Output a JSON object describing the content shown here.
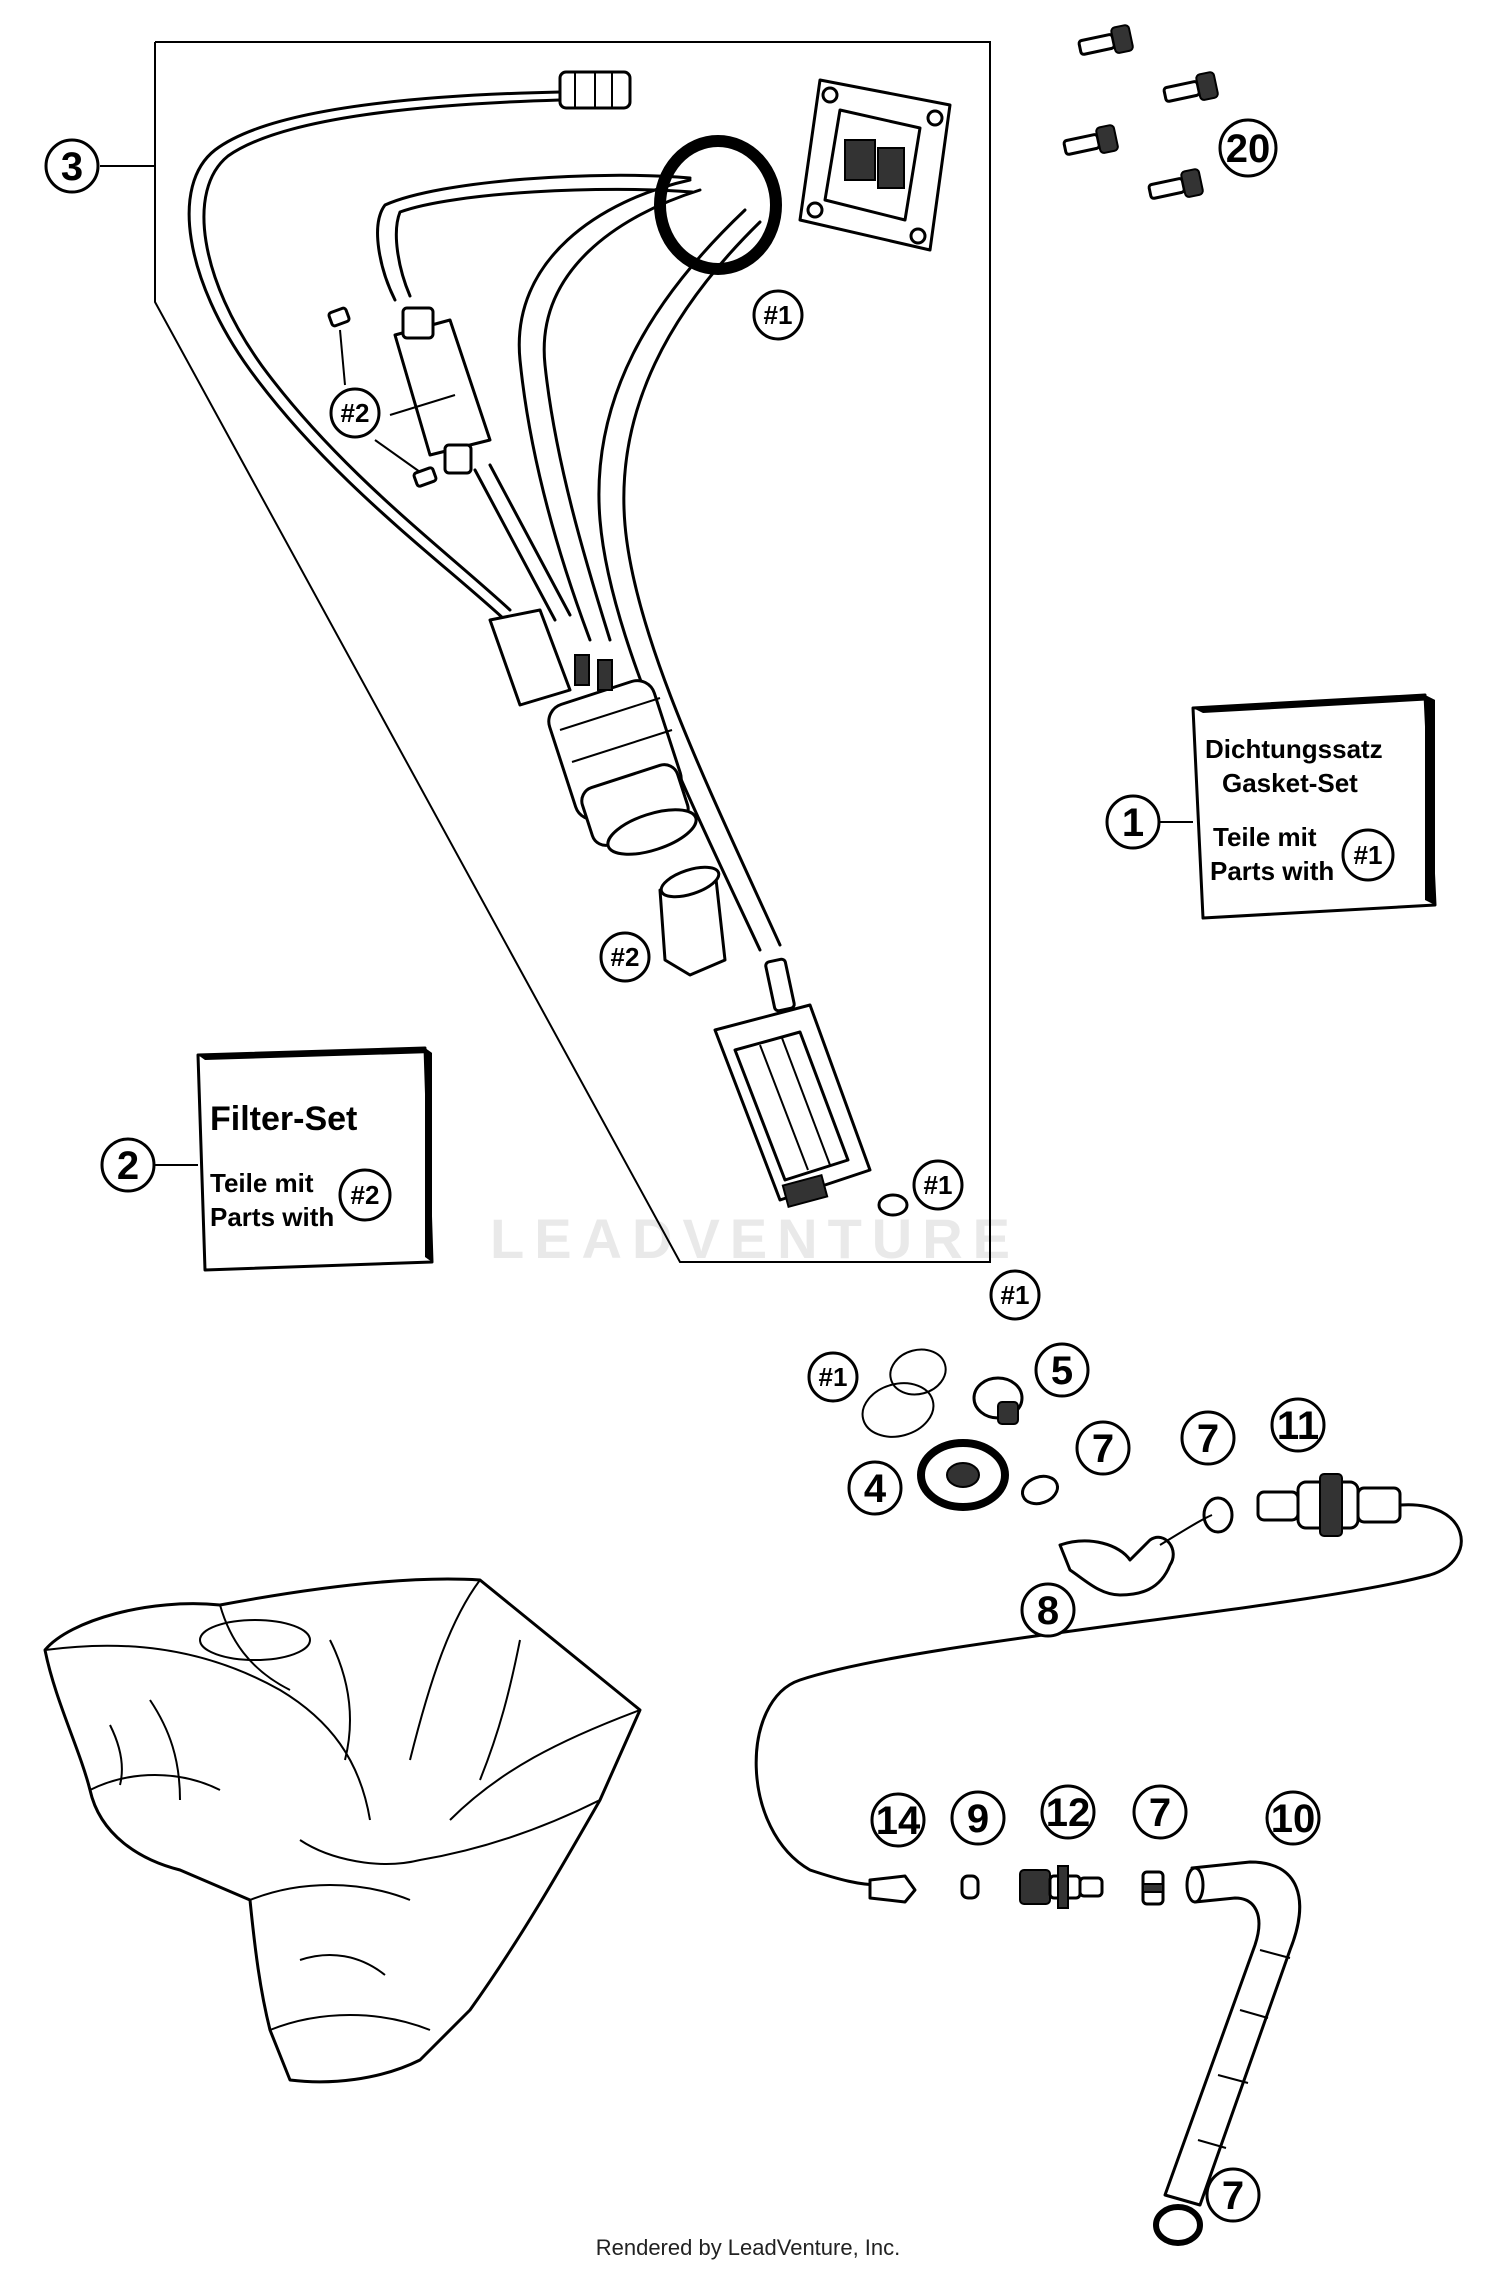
{
  "diagram": {
    "footer": "Rendered by LeadVenture, Inc.",
    "watermark": "LEADVENTURE",
    "kits": {
      "gasket_set": {
        "line1": "Dichtungssatz",
        "line2": "Gasket-Set",
        "line3": "Teile mit",
        "line4": "Parts with",
        "tag": "#1"
      },
      "filter_set": {
        "title": "Filter-Set",
        "line3": "Teile mit",
        "line4": "Parts with",
        "tag": "#2"
      }
    },
    "callouts": {
      "c1": "1",
      "c2": "2",
      "c3": "3",
      "c4": "4",
      "c5": "5",
      "c7a": "7",
      "c7b": "7",
      "c7c": "7",
      "c7d": "7",
      "c8": "8",
      "c9": "9",
      "c10": "10",
      "c11": "11",
      "c12": "12",
      "c14": "14",
      "c20": "20"
    },
    "tags": {
      "t1_ring": "#1",
      "t2_filter": "#2",
      "t2_sock": "#2",
      "t1_pump": "#1",
      "t1_oring_r": "#1",
      "t1_oring_l": "#1"
    }
  }
}
